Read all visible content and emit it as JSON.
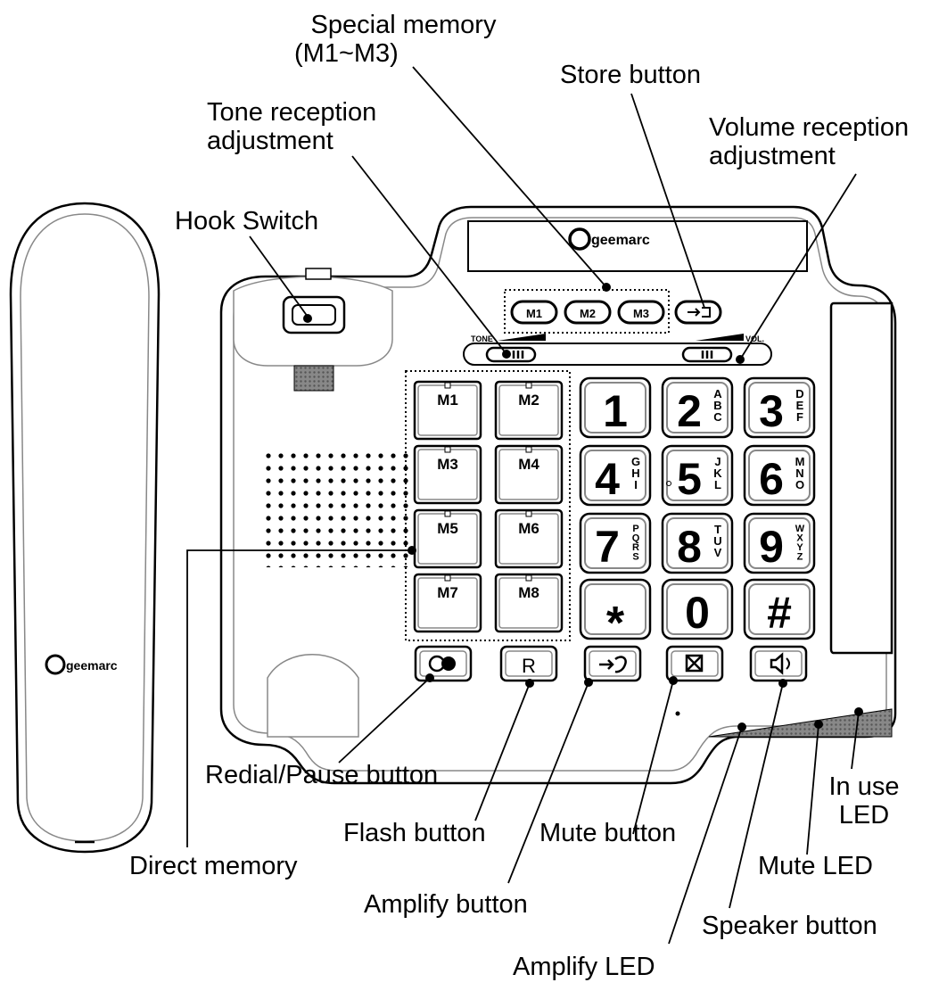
{
  "brand": {
    "logo_text": "geemarc"
  },
  "memory_strip": {
    "m1": "M1",
    "m2": "M2",
    "m3": "M3"
  },
  "sliders": {
    "tone_label": "TONE",
    "vol_label": "VOL."
  },
  "direct_memory_keys": [
    "M1",
    "M2",
    "M3",
    "M4",
    "M5",
    "M6",
    "M7",
    "M8"
  ],
  "keypad": [
    {
      "digit": "1",
      "letters": ""
    },
    {
      "digit": "2",
      "letters": "ABC"
    },
    {
      "digit": "3",
      "letters": "DEF"
    },
    {
      "digit": "4",
      "letters": "GHI"
    },
    {
      "digit": "5",
      "letters": "JKL"
    },
    {
      "digit": "6",
      "letters": "MNO"
    },
    {
      "digit": "7",
      "letters": "PQRS"
    },
    {
      "digit": "8",
      "letters": "TUV"
    },
    {
      "digit": "9",
      "letters": "WXYZ"
    },
    {
      "digit": "*",
      "letters": ""
    },
    {
      "digit": "0",
      "letters": ""
    },
    {
      "digit": "#",
      "letters": ""
    }
  ],
  "function_keys": {
    "flash": "R"
  },
  "labels": {
    "special_memory_1": "Special memory",
    "special_memory_2": "(M1~M3)",
    "store_button": "Store button",
    "tone_reception_1": "Tone reception",
    "tone_reception_2": "adjustment",
    "volume_reception_1": "Volume reception",
    "volume_reception_2": "adjustment",
    "hook_switch": "Hook Switch",
    "redial_pause": "Redial/Pause button",
    "flash_button": "Flash button",
    "mute_button": "Mute button",
    "in_use_led_1": "In use",
    "in_use_led_2": "LED",
    "direct_memory": "Direct memory",
    "mute_led": "Mute LED",
    "amplify_button": "Amplify button",
    "speaker_button": "Speaker button",
    "amplify_led": "Amplify LED"
  }
}
